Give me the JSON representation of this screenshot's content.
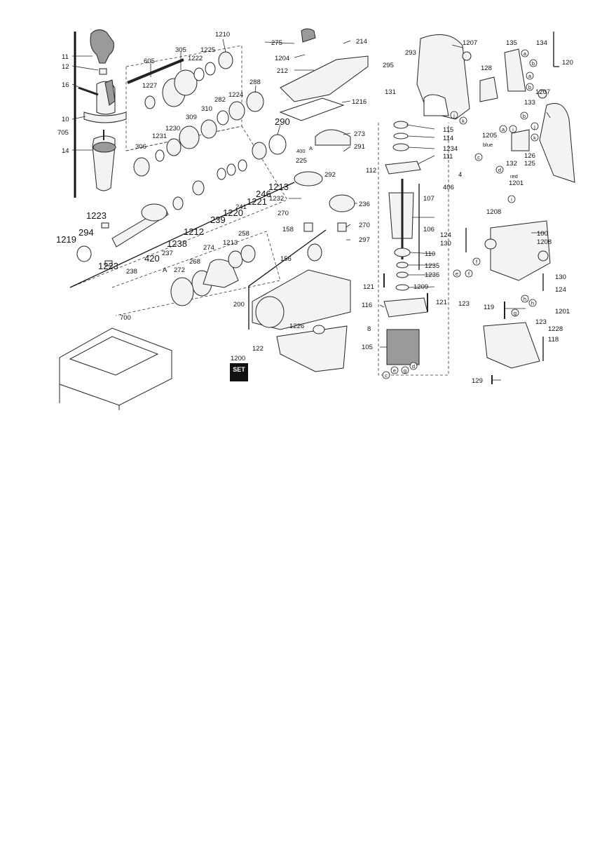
{
  "parts": {
    "p11": "11",
    "p12": "12",
    "p16": "16",
    "p10": "10",
    "p705": "705",
    "p14": "14",
    "p605": "605",
    "p305": "305",
    "p1222": "1222",
    "p1225": "1225",
    "p1210": "1210",
    "p1227": "1227",
    "p288": "288",
    "p1224": "1224",
    "p282": "282",
    "p310": "310",
    "p309": "309",
    "p1230": "1230",
    "p1231": "1231",
    "p306": "306",
    "p290": "290",
    "p246": "246",
    "p1213": "1213",
    "p1221": "1221",
    "p241": "241",
    "p1220": "1220",
    "p239": "239",
    "p1212": "1212",
    "p1223": "1223",
    "p294": "294",
    "p1219": "1219",
    "p1238": "1238",
    "p420": "420",
    "p237": "237",
    "p238": "238",
    "p258": "258",
    "p274": "274",
    "p268": "268",
    "p272": "272",
    "pA": "A",
    "p275": "275",
    "p214": "214",
    "p1204": "1204",
    "p212": "212",
    "p1216": "1216",
    "p273": "273",
    "p400": "400",
    "p225": "225",
    "p291": "291",
    "p292": "292",
    "p236": "236",
    "p1232": "1232",
    "p270": "270",
    "p158": "158",
    "p297": "297",
    "p156": "156",
    "p200": "200",
    "p1226": "1226",
    "p122": "122",
    "p8": "8",
    "p1200": "1200",
    "p700": "700",
    "p293": "293",
    "p295": "295",
    "p131": "131",
    "p115": "115",
    "p114": "114",
    "p1234": "1234",
    "p111": "111",
    "p112": "112",
    "p107": "107",
    "p106": "106",
    "p110": "110",
    "p1235": "1235",
    "p1236": "1236",
    "p121": "121",
    "p1209": "1209",
    "p116": "116",
    "p105": "105",
    "p406": "406",
    "p1207": "1207",
    "p135": "135",
    "p134": "134",
    "p120": "120",
    "p128": "128",
    "p133": "133",
    "p1205": "1205",
    "p132": "132",
    "p126": "126",
    "p125": "125",
    "p1201": "1201",
    "p1208": "1208",
    "p100": "100",
    "p124": "124",
    "p130": "130",
    "p123": "123",
    "p119": "119",
    "p1228": "1228",
    "p118": "118",
    "p129": "129",
    "p4": "4"
  },
  "wire_labels": {
    "blue": "blue",
    "red": "red"
  },
  "set_badge": "SET",
  "connector_letters": [
    "a",
    "b",
    "c",
    "d",
    "e",
    "f",
    "g",
    "h",
    "i",
    "j",
    "k"
  ]
}
